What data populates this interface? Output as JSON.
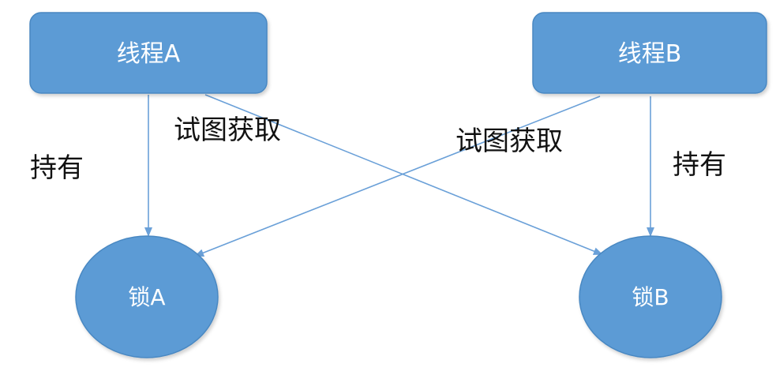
{
  "nodes": {
    "thread_a": "线程A",
    "thread_b": "线程B",
    "lock_a": "锁A",
    "lock_b": "锁B"
  },
  "edges": {
    "a_holds_a": "持有",
    "a_tries_b": "试图获取",
    "b_tries_a": "试图获取",
    "b_holds_b": "持有"
  },
  "colors": {
    "node_fill": "#5b9bd5",
    "node_stroke": "#4a88c2",
    "edge": "#6aa0d8",
    "label_text": "#111111"
  }
}
